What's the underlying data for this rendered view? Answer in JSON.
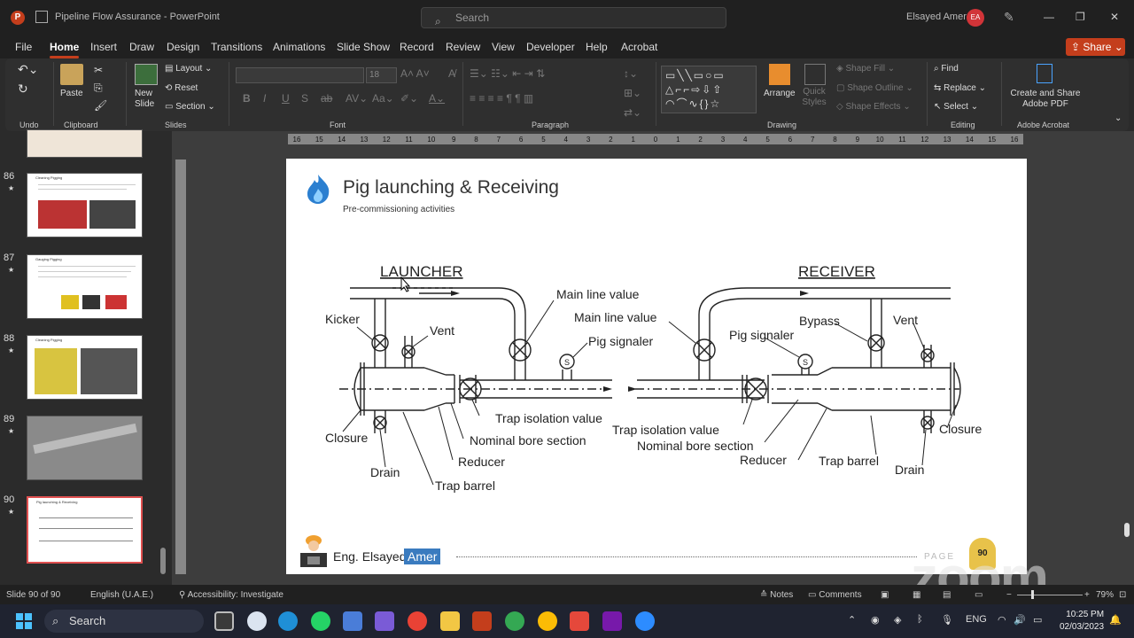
{
  "titlebar": {
    "doc_title": "Pipeline Flow Assurance  -  PowerPoint",
    "search_placeholder": "Search",
    "user_name": "Elsayed Amer",
    "user_initials": "EA",
    "minimize": "—",
    "restore": "❐",
    "close": "✕"
  },
  "menu": {
    "tabs": [
      "File",
      "Home",
      "Insert",
      "Draw",
      "Design",
      "Transitions",
      "Animations",
      "Slide Show",
      "Record",
      "Review",
      "View",
      "Developer",
      "Help",
      "Acrobat"
    ],
    "active": "Home",
    "share_label": "Share"
  },
  "ribbon": {
    "undo_label": "Undo",
    "clipboard_label": "Clipboard",
    "paste_label": "Paste",
    "slides_label": "Slides",
    "new_slide_label": "New Slide",
    "layout_label": "Layout",
    "reset_label": "Reset",
    "section_label": "Section",
    "font_label": "Font",
    "font_size": "18",
    "paragraph_label": "Paragraph",
    "drawing_label": "Drawing",
    "arrange_label": "Arrange",
    "quick_styles_label": "Quick Styles",
    "shape_fill_label": "Shape Fill",
    "shape_outline_label": "Shape Outline",
    "shape_effects_label": "Shape Effects",
    "editing_label": "Editing",
    "find_label": "Find",
    "replace_label": "Replace",
    "select_label": "Select",
    "adobe_btn_label": "Create and Share Adobe PDF",
    "adobe_label": "Adobe Acrobat"
  },
  "thumbnails": [
    {
      "num": "86",
      "title": "Cleaning Pigging"
    },
    {
      "num": "87",
      "title": "Gauging Pigging"
    },
    {
      "num": "88",
      "title": "Cleaning Pigging"
    },
    {
      "num": "89",
      "title": ""
    },
    {
      "num": "90",
      "title": "Pig launching & Receiving",
      "selected": true
    }
  ],
  "ruler": [
    "16",
    "15",
    "14",
    "13",
    "12",
    "11",
    "10",
    "9",
    "8",
    "7",
    "6",
    "5",
    "4",
    "3",
    "2",
    "1",
    "0",
    "1",
    "2",
    "3",
    "4",
    "5",
    "6",
    "7",
    "8",
    "9",
    "10",
    "11",
    "12",
    "13",
    "14",
    "15",
    "16"
  ],
  "slide": {
    "title": "Pig launching & Receiving",
    "subtitle": "Pre-commissioning activities",
    "launcher_heading": "LAUNCHER",
    "receiver_heading": "RECEIVER",
    "launcher_labels": {
      "kicker": "Kicker",
      "vent": "Vent",
      "main_line": "Main line value",
      "pig_signaler": "Pig signaler",
      "trap_isolation": "Trap isolation value",
      "nominal_bore": "Nominal bore section",
      "reducer": "Reducer",
      "trap_barrel": "Trap barrel",
      "closure": "Closure",
      "drain": "Drain"
    },
    "receiver_labels": {
      "main_line": "Main line value",
      "pig_signaler": "Pig signaler",
      "bypass": "Bypass",
      "vent": "Vent",
      "trap_isolation": "Trap isolation value",
      "nominal_bore": "Nominal bore section",
      "reducer": "Reducer",
      "trap_barrel": "Trap barrel",
      "drain": "Drain",
      "closure": "Closure"
    },
    "footer_name": "Eng. Elsayed",
    "footer_amer": "Amer",
    "page_label": "PAGE",
    "page_number": "90"
  },
  "status": {
    "slide_count": "Slide 90 of 90",
    "language": "English (U.A.E.)",
    "accessibility": "Accessibility: Investigate",
    "notes": "Notes",
    "comments": "Comments",
    "zoom": "79%"
  },
  "taskbar": {
    "search": "Search",
    "lang": "ENG",
    "time": "10:25 PM",
    "date": "02/03/2023"
  },
  "watermark": "zoom"
}
